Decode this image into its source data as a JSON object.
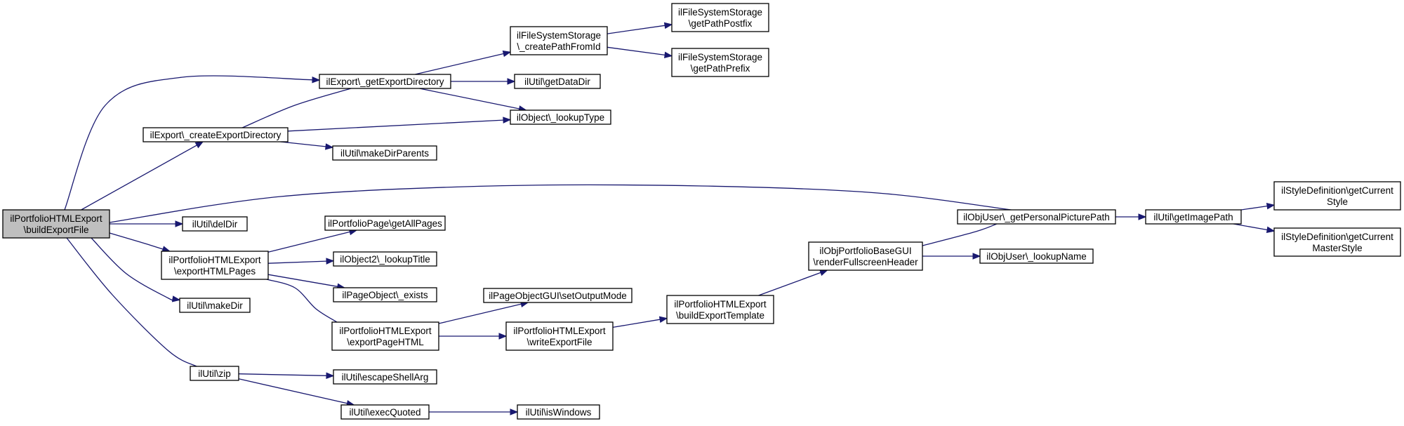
{
  "nodes": [
    {
      "id": "root",
      "lines": [
        "ilPortfolioHTMLExport",
        "\\buildExportFile"
      ]
    },
    {
      "id": "getExportDirectory",
      "lines": [
        "ilExport\\_getExportDirectory"
      ]
    },
    {
      "id": "createExportDirectory",
      "lines": [
        "ilExport\\_createExportDirectory"
      ]
    },
    {
      "id": "delDir",
      "lines": [
        "ilUtil\\delDir"
      ]
    },
    {
      "id": "exportHTMLPages",
      "lines": [
        "ilPortfolioHTMLExport",
        "\\exportHTMLPages"
      ]
    },
    {
      "id": "makeDir",
      "lines": [
        "ilUtil\\makeDir"
      ]
    },
    {
      "id": "zip",
      "lines": [
        "ilUtil\\zip"
      ]
    },
    {
      "id": "createPathFromId",
      "lines": [
        "ilFileSystemStorage",
        "\\_createPathFromId"
      ]
    },
    {
      "id": "getPathPostfix",
      "lines": [
        "ilFileSystemStorage",
        "\\getPathPostfix"
      ]
    },
    {
      "id": "getPathPrefix",
      "lines": [
        "ilFileSystemStorage",
        "\\getPathPrefix"
      ]
    },
    {
      "id": "getDataDir",
      "lines": [
        "ilUtil\\getDataDir"
      ]
    },
    {
      "id": "lookupType",
      "lines": [
        "ilObject\\_lookupType"
      ]
    },
    {
      "id": "makeDirParents",
      "lines": [
        "ilUtil\\makeDirParents"
      ]
    },
    {
      "id": "getAllPages",
      "lines": [
        "ilPortfolioPage\\getAllPages"
      ]
    },
    {
      "id": "lookupTitle",
      "lines": [
        "ilObject2\\_lookupTitle"
      ]
    },
    {
      "id": "pageExists",
      "lines": [
        "ilPageObject\\_exists"
      ]
    },
    {
      "id": "exportPageHTML",
      "lines": [
        "ilPortfolioHTMLExport",
        "\\exportPageHTML"
      ]
    },
    {
      "id": "setOutputMode",
      "lines": [
        "ilPageObjectGUI\\setOutputMode"
      ]
    },
    {
      "id": "writeExportFile",
      "lines": [
        "ilPortfolioHTMLExport",
        "\\writeExportFile"
      ]
    },
    {
      "id": "buildExportTemplate",
      "lines": [
        "ilPortfolioHTMLExport",
        "\\buildExportTemplate"
      ]
    },
    {
      "id": "renderFullscreenHeader",
      "lines": [
        "ilObjPortfolioBaseGUI",
        "\\renderFullscreenHeader"
      ]
    },
    {
      "id": "getPersonalPicturePath",
      "lines": [
        "ilObjUser\\_getPersonalPicturePath"
      ]
    },
    {
      "id": "lookupName",
      "lines": [
        "ilObjUser\\_lookupName"
      ]
    },
    {
      "id": "getImagePath",
      "lines": [
        "ilUtil\\getImagePath"
      ]
    },
    {
      "id": "getCurrentStyle",
      "lines": [
        "ilStyleDefinition\\getCurrent",
        "Style"
      ]
    },
    {
      "id": "getCurrentMasterStyle",
      "lines": [
        "ilStyleDefinition\\getCurrent",
        "MasterStyle"
      ]
    },
    {
      "id": "escapeShellArg",
      "lines": [
        "ilUtil\\escapeShellArg"
      ]
    },
    {
      "id": "execQuoted",
      "lines": [
        "ilUtil\\execQuoted"
      ]
    },
    {
      "id": "isWindows",
      "lines": [
        "ilUtil\\isWindows"
      ]
    }
  ],
  "edges": [
    [
      "root",
      "getExportDirectory"
    ],
    [
      "root",
      "createExportDirectory"
    ],
    [
      "root",
      "getPersonalPicturePath"
    ],
    [
      "root",
      "delDir"
    ],
    [
      "root",
      "exportHTMLPages"
    ],
    [
      "root",
      "makeDir"
    ],
    [
      "root",
      "zip"
    ],
    [
      "getExportDirectory",
      "createPathFromId"
    ],
    [
      "getExportDirectory",
      "getDataDir"
    ],
    [
      "getExportDirectory",
      "lookupType"
    ],
    [
      "createPathFromId",
      "getPathPostfix"
    ],
    [
      "createPathFromId",
      "getPathPrefix"
    ],
    [
      "createExportDirectory",
      "getExportDirectory"
    ],
    [
      "createExportDirectory",
      "lookupType"
    ],
    [
      "createExportDirectory",
      "makeDirParents"
    ],
    [
      "exportHTMLPages",
      "getAllPages"
    ],
    [
      "exportHTMLPages",
      "lookupTitle"
    ],
    [
      "exportHTMLPages",
      "pageExists"
    ],
    [
      "exportHTMLPages",
      "exportPageHTML"
    ],
    [
      "exportPageHTML",
      "setOutputMode"
    ],
    [
      "exportPageHTML",
      "writeExportFile"
    ],
    [
      "writeExportFile",
      "buildExportTemplate"
    ],
    [
      "buildExportTemplate",
      "renderFullscreenHeader"
    ],
    [
      "renderFullscreenHeader",
      "getPersonalPicturePath"
    ],
    [
      "renderFullscreenHeader",
      "lookupName"
    ],
    [
      "getPersonalPicturePath",
      "getImagePath"
    ],
    [
      "getImagePath",
      "getCurrentStyle"
    ],
    [
      "getImagePath",
      "getCurrentMasterStyle"
    ],
    [
      "zip",
      "escapeShellArg"
    ],
    [
      "zip",
      "execQuoted"
    ],
    [
      "execQuoted",
      "isWindows"
    ]
  ]
}
